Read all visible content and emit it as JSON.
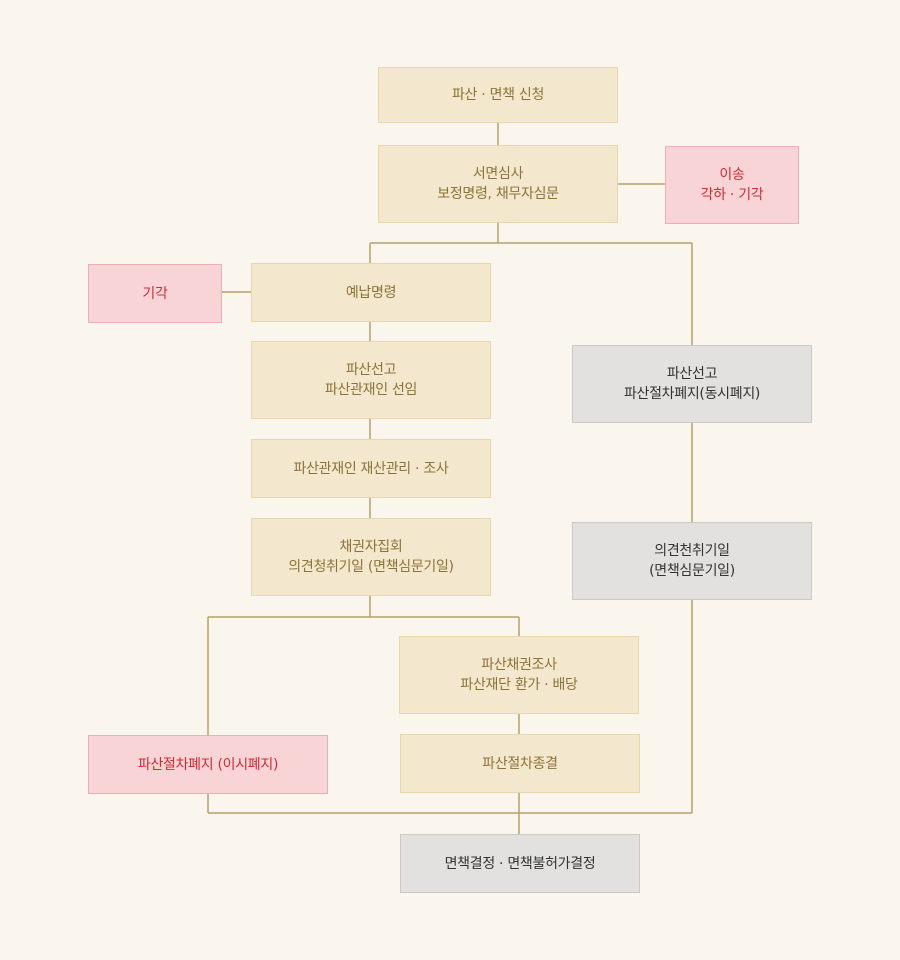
{
  "flowchart": {
    "apply": [
      "파산 · 면책 신청"
    ],
    "review": [
      "서면심사",
      "보정명령, 채무자심문"
    ],
    "transfer": [
      "이송",
      "각하 · 기각"
    ],
    "dismiss": [
      "기각"
    ],
    "prepay": [
      "예납명령"
    ],
    "declare": [
      "파산선고",
      "파산관재인 선임"
    ],
    "trustee": [
      "파산관재인 재산관리 · 조사"
    ],
    "creditors": [
      "채권자집회",
      "의견청취기일 (면책심문기일)"
    ],
    "simultaneous": [
      "파산선고",
      "파산절차폐지(동시폐지)"
    ],
    "opinion": [
      "의견천취기일",
      "(면책심문기일)"
    ],
    "investigation": [
      "파산채권조사",
      "파산재단 환가 · 배당"
    ],
    "abolition": [
      "파산절차폐지 (이시폐지)"
    ],
    "conclusion": [
      "파산절차종결"
    ],
    "decision": [
      "면책결정 · 면책불허가결정"
    ]
  },
  "colors": {
    "background": "#faf6ee",
    "main_fill": "#f3e8cd",
    "main_text": "#8c7338",
    "reject_fill": "#f9d4d6",
    "reject_text": "#cf2b35",
    "final_fill": "#e2e1e0",
    "final_text": "#333333",
    "connector": "#b8a06a"
  }
}
